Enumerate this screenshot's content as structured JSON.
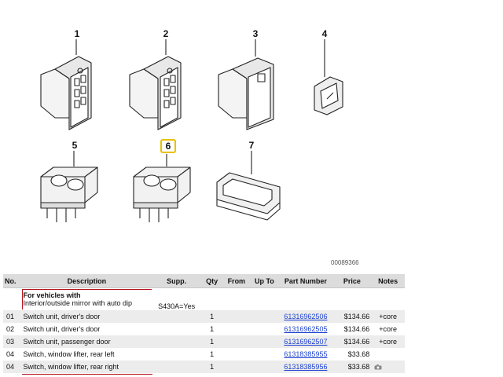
{
  "diagram": {
    "callouts": [
      "1",
      "2",
      "3",
      "4",
      "5",
      "6",
      "7"
    ],
    "selected_callout": "6",
    "image_id": "00089366"
  },
  "table": {
    "headers": {
      "no": "No.",
      "description": "Description",
      "supp": "Supp.",
      "qty": "Qty",
      "from": "From",
      "up_to": "Up To",
      "part_number": "Part Number",
      "price": "Price",
      "notes": "Notes"
    },
    "group": {
      "title": "For vehicles with",
      "subtitle": "Interior/outside mirror with auto dip",
      "supp": "S430A=Yes"
    },
    "rows": [
      {
        "no": "01",
        "description": "Switch unit, driver's door",
        "qty": "1",
        "part_number": "61316962506",
        "price": "$134.66",
        "notes": "+core"
      },
      {
        "no": "02",
        "description": "Switch unit, driver's door",
        "qty": "1",
        "part_number": "61316962505",
        "price": "$134.66",
        "notes": "+core"
      },
      {
        "no": "03",
        "description": "Switch unit, passenger door",
        "qty": "1",
        "part_number": "61316962507",
        "price": "$134.66",
        "notes": "+core"
      },
      {
        "no": "04",
        "description": "Switch, window lifter, rear left",
        "qty": "1",
        "part_number": "61318385955",
        "price": "$33.68",
        "notes": ""
      },
      {
        "no": "04",
        "description": "Switch, window lifter, rear right",
        "qty": "1",
        "part_number": "61318385956",
        "price": "$33.68",
        "notes": ""
      }
    ]
  }
}
